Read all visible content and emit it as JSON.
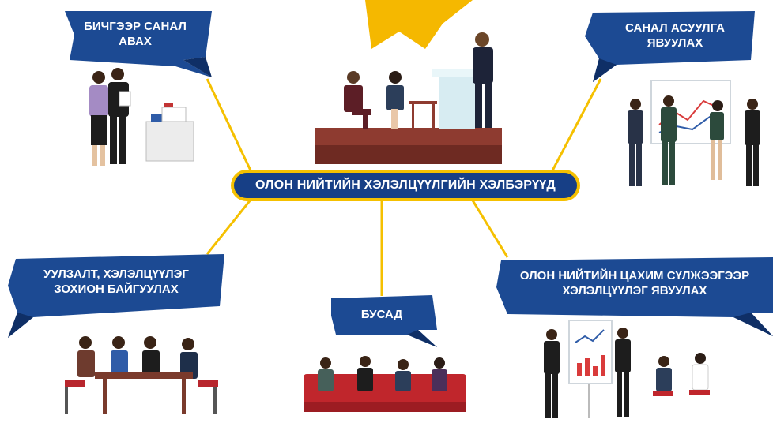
{
  "center": {
    "title": "ОЛОН НИЙТИЙН ХЭЛЭЛЦҮҮЛГИЙН ХЭЛБЭРҮҮД"
  },
  "forms": [
    {
      "id": "written",
      "lines": [
        "БИЧГЭЭР САНАЛ",
        "АВАХ"
      ]
    },
    {
      "id": "survey",
      "lines": [
        "САНАЛ АСУУЛГА",
        "ЯВУУЛАХ"
      ]
    },
    {
      "id": "meeting",
      "lines": [
        "УУЛЗАЛТ, ХЭЛЭЛЦҮҮЛЭГ",
        "ЗОХИОН БАЙГУУЛАХ"
      ]
    },
    {
      "id": "other",
      "lines": [
        "БУСАД"
      ]
    },
    {
      "id": "online",
      "lines": [
        "ОЛОН НИЙТИЙН ЦАХИМ СҮЛЖЭЭГЭЭР",
        "ХЭЛЭЛЦҮҮЛЭГ ЯВУУЛАХ"
      ]
    }
  ],
  "colors": {
    "banner": "#1c4a93",
    "banner_dark": "#0f2f66",
    "connector": "#f5c000",
    "pill_border": "#f5c000",
    "pill_fill": "#173f86",
    "accent_burst": "#f5b800"
  }
}
